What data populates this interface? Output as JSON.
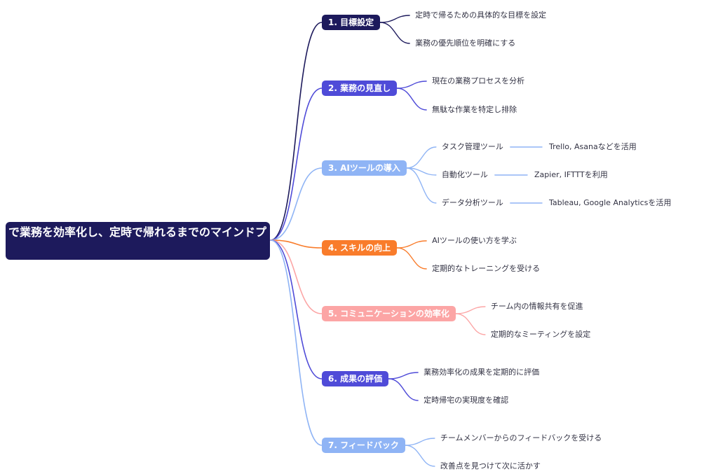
{
  "root": {
    "label": "で業務を効率化し、定時で帰れるまでのマインドプ"
  },
  "branches": [
    {
      "label": "1. 目標設定",
      "color": "#1d1a5c",
      "children": [
        {
          "label": "定時で帰るための具体的な目標を設定"
        },
        {
          "label": "業務の優先順位を明確にする"
        }
      ]
    },
    {
      "label": "2. 業務の見直し",
      "color": "#4f4bd8",
      "children": [
        {
          "label": "現在の業務プロセスを分析"
        },
        {
          "label": "無駄な作業を特定し排除"
        }
      ]
    },
    {
      "label": "3. AIツールの導入",
      "color": "#8fb4f5",
      "children": [
        {
          "label": "タスク管理ツール",
          "children": [
            {
              "label": "Trello, Asanaなどを活用"
            }
          ]
        },
        {
          "label": "自動化ツール",
          "children": [
            {
              "label": "Zapier, IFTTTを利用"
            }
          ]
        },
        {
          "label": "データ分析ツール",
          "children": [
            {
              "label": "Tableau, Google Analyticsを活用"
            }
          ]
        }
      ]
    },
    {
      "label": "4. スキルの向上",
      "color": "#f97c2b",
      "children": [
        {
          "label": "AIツールの使い方を学ぶ"
        },
        {
          "label": "定期的なトレーニングを受ける"
        }
      ]
    },
    {
      "label": "5. コミュニケーションの効率化",
      "color": "#fca5a5",
      "children": [
        {
          "label": "チーム内の情報共有を促進"
        },
        {
          "label": "定期的なミーティングを設定"
        }
      ]
    },
    {
      "label": "6. 成果の評価",
      "color": "#4f4bd8",
      "children": [
        {
          "label": "業務効率化の成果を定期的に評価"
        },
        {
          "label": "定時帰宅の実現度を確認"
        }
      ]
    },
    {
      "label": "7. フィードバック",
      "color": "#8fb4f5",
      "children": [
        {
          "label": "チームメンバーからのフィードバックを受ける"
        },
        {
          "label": "改善点を見つけて次に活かす"
        }
      ]
    }
  ]
}
